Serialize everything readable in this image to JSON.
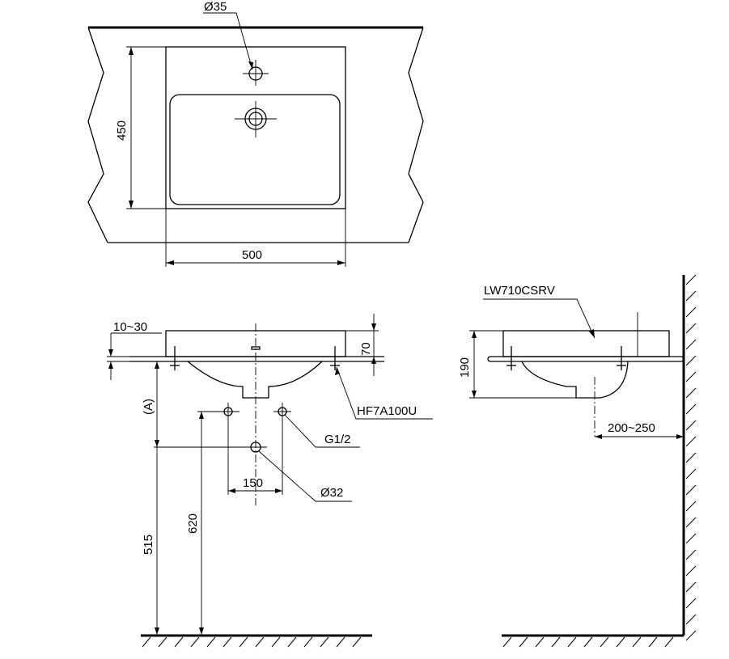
{
  "top_view": {
    "dim_hole_diameter": "Ø35",
    "dim_depth": "450",
    "dim_width": "500"
  },
  "front_view": {
    "dim_counter_thickness": "10~30",
    "dim_rim_height": "70",
    "dim_a": "(A)",
    "label_bracket": "HF7A100U",
    "label_supply": "G1/2",
    "dim_supply_spacing": "150",
    "dim_drain_diameter": "Ø32",
    "dim_drain_height": "515",
    "dim_supply_height": "620"
  },
  "side_view": {
    "model_label": "LW710CSRV",
    "dim_height": "190",
    "dim_wall_offset": "200~250"
  }
}
